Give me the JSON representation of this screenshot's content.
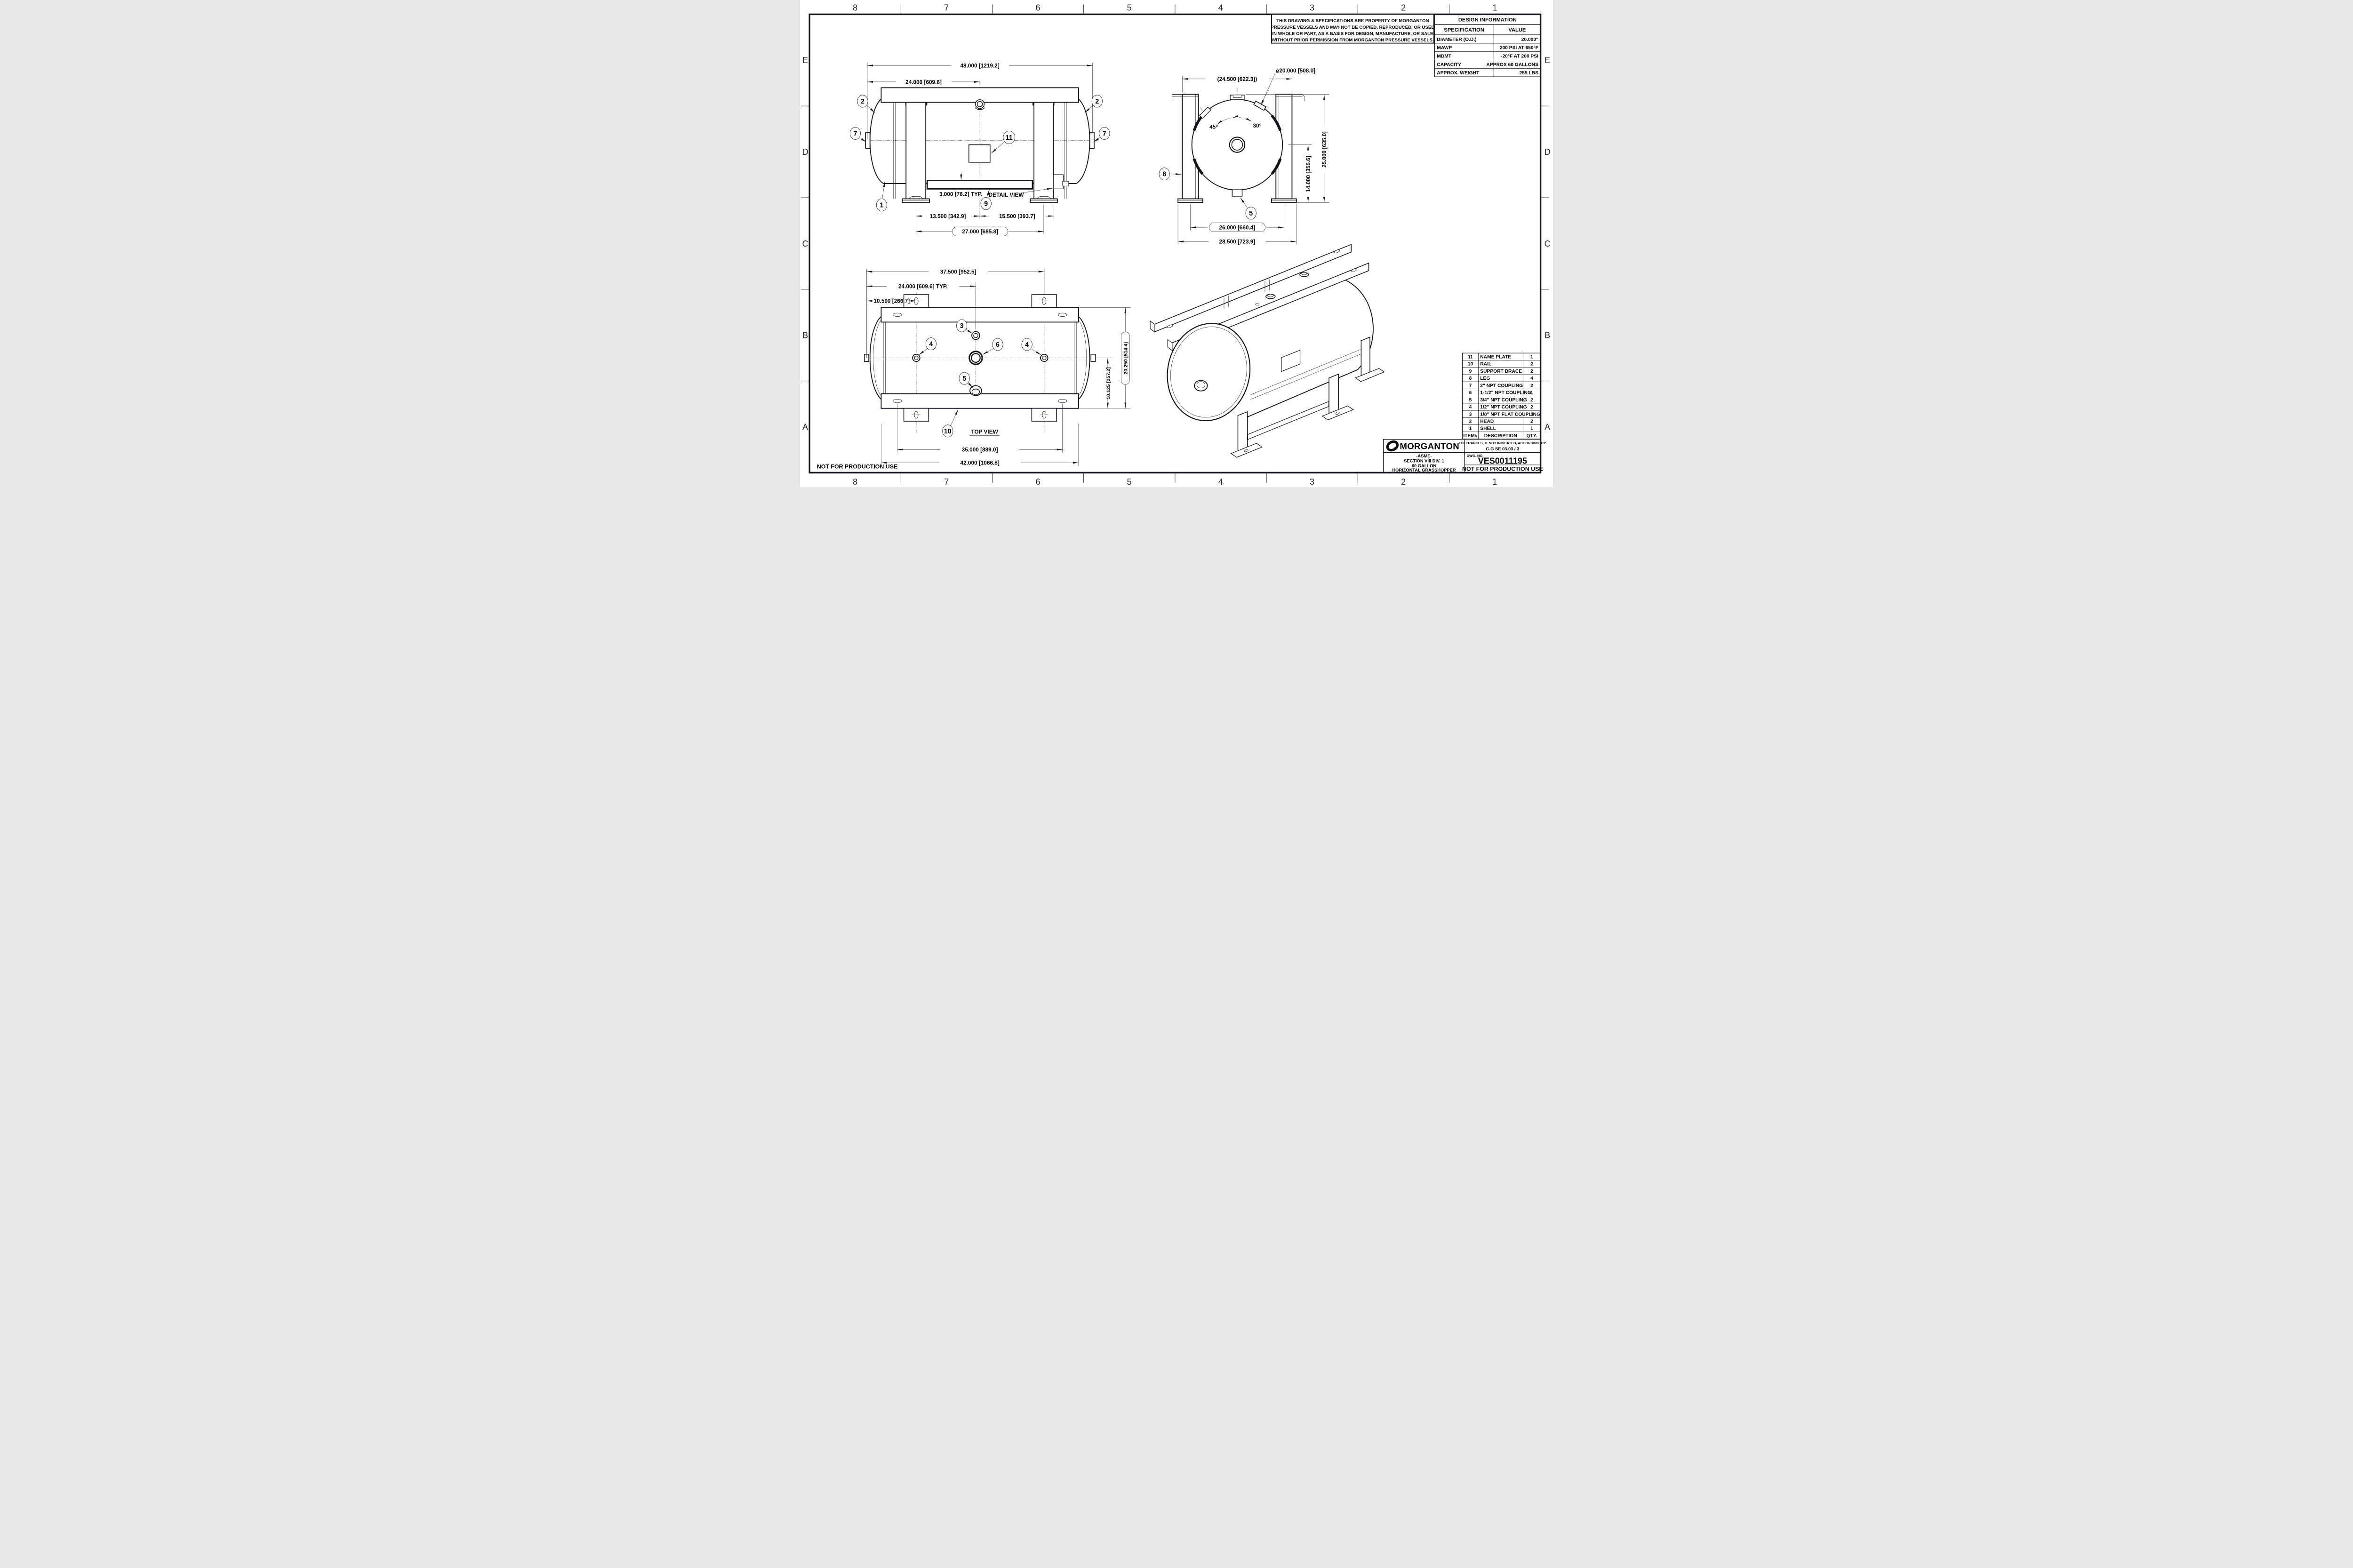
{
  "sheet": {
    "zones_h": [
      "8",
      "7",
      "6",
      "5",
      "4",
      "3",
      "2",
      "1"
    ],
    "zones_v": [
      "E",
      "D",
      "C",
      "B",
      "A"
    ],
    "watermark": "NOT FOR PRODUCTION USE"
  },
  "notice": {
    "lines": [
      "THIS DRAWING & SPECIFICATIONS ARE PROPERTY OF MORGANTON",
      "PRESSURE VESSELS AND MAY NOT BE COPIED, REPRODUCED,  OR USED",
      "IN WHOLE OR PART, AS A BASIS FOR DESIGN, MANUFACTURE, OR SALE",
      "WITHOUT PRIOR PERMISSION FROM MORGANTON PRESSURE VESSELS."
    ]
  },
  "design_info": {
    "title": "DESIGN INFORMATION",
    "col_spec": "SPECIFICATION",
    "col_value": "VALUE",
    "rows": [
      {
        "spec": "DIAMETER (O.D.)",
        "value": "20.000\""
      },
      {
        "spec": "MAWP",
        "value": "200 PSI AT 650°F"
      },
      {
        "spec": "MDMT",
        "value": "-20°F AT 200 PSI"
      },
      {
        "spec": "CAPACITY",
        "value": "APPROX 60 GALLONS"
      },
      {
        "spec": "APPROX. WEIGHT",
        "value": "255 LBS"
      }
    ]
  },
  "bom": {
    "header": {
      "item": "ITEM#",
      "description": "DESCRIPTION",
      "qty": "QTY."
    },
    "rows": [
      {
        "item": "11",
        "description": "NAME PLATE",
        "qty": "1"
      },
      {
        "item": "10",
        "description": "RAIL",
        "qty": "2"
      },
      {
        "item": "9",
        "description": "SUPPORT BRACE",
        "qty": "2"
      },
      {
        "item": "8",
        "description": "LEG",
        "qty": "4"
      },
      {
        "item": "7",
        "description": "2\" NPT COUPLING",
        "qty": "2"
      },
      {
        "item": "6",
        "description": "1-1/2\" NPT COUPLING",
        "qty": "1"
      },
      {
        "item": "5",
        "description": "3/4\" NPT COUPLING",
        "qty": "2"
      },
      {
        "item": "4",
        "description": "1/2\" NPT COUPLING",
        "qty": "2"
      },
      {
        "item": "3",
        "description": "1/8\" NPT FLAT COUPLING",
        "qty": "1"
      },
      {
        "item": "2",
        "description": "HEAD",
        "qty": "2"
      },
      {
        "item": "1",
        "description": "SHELL",
        "qty": "1"
      }
    ]
  },
  "title_block": {
    "brand": "MORGANTON",
    "tolerances_label": "TOLERANCES, IF NOT INDICATED, ACCORDING TO:",
    "tolerances_value": "C-G SE 03.03 / 3",
    "product_lines": [
      "-ASME-",
      "SECTION VIII DIV. 1",
      "60 GALLON",
      "HORIZONTAL GRASSHOPPER"
    ],
    "dwg_no_label": "DWG. NO.",
    "dwg_no": "VES0011195",
    "status": "NOT FOR PRODUCTION USE"
  },
  "side_view": {
    "dims": {
      "overall_length": "48.000 [1219.2]",
      "left_to_center": "24.000 [609.6]",
      "brace_height": "3.000 [76.2] TYP.",
      "center_to_left_leg": "13.500 [342.9]",
      "center_to_right": "15.500 [393.7]",
      "leg_spacing": "27.000 [685.8]"
    },
    "labels": {
      "detail_view": "DETAIL VIEW"
    },
    "balloons": {
      "head_left": "2",
      "head_right": "2",
      "coupling_left": "7",
      "coupling_right": "7",
      "name_plate": "11",
      "shell": "1",
      "support_brace": "9"
    }
  },
  "end_view": {
    "dims": {
      "overall_width": "(24.500 [622.3])",
      "diameter": "⌀20.000 [508.0]",
      "angle_left": "45°",
      "angle_right": "30°",
      "center_height": "14.000 [355.6]",
      "overall_height": "25.000 [635.0]",
      "leg_spacing": "26.000 [660.4]",
      "base_width": "28.500 [723.9]"
    },
    "balloons": {
      "leg": "8",
      "bottom_coupling": "5"
    }
  },
  "top_view": {
    "label": "TOP VIEW",
    "dims": {
      "nozzle_span": "37.500 [952.5]",
      "center_span": "24.000 [609.6] TYP.",
      "lug_offset": "10.500 [266.7]",
      "rail_half_width": "10.125 [257.2]",
      "rail_width": "20.250 [514.4]",
      "slot_spacing": "35.000 [889.0]",
      "rail_length": "42.000 [1066.8]"
    },
    "balloons": {
      "flat_coupling": "3",
      "half_coupling_left": "4",
      "center_coupling": "6",
      "half_coupling_right": "4",
      "bottom_coupling": "5",
      "rail": "10"
    }
  }
}
